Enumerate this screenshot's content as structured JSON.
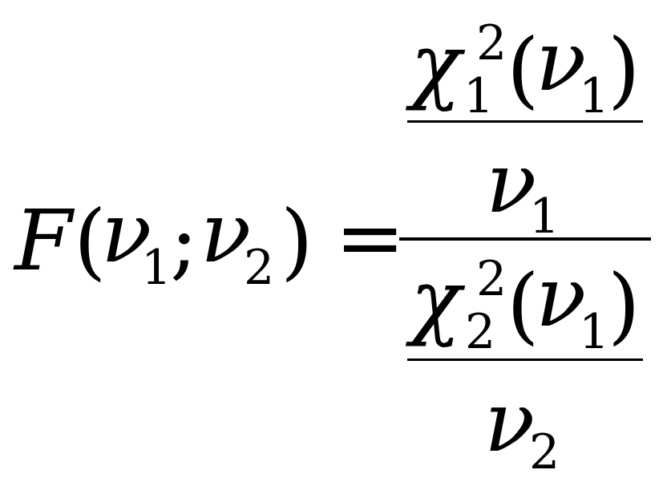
{
  "lhs": {
    "func": "F",
    "open_paren": "(",
    "nu": "ν",
    "sub1": "1",
    "sep": ";",
    "sub2": "2",
    "close_paren": ")"
  },
  "equals": "=",
  "upper": {
    "chi": "χ",
    "chi_sub": "1",
    "chi_sup": "2",
    "open_paren": "(",
    "nu": "ν",
    "nu_sub": "1",
    "close_paren": ")",
    "den_nu": "ν",
    "den_sub": "1"
  },
  "lower": {
    "chi": "χ",
    "chi_sub": "2",
    "chi_sup": "2",
    "open_paren": "(",
    "nu": "ν",
    "nu_sub": "1",
    "close_paren": ")",
    "den_nu": "ν",
    "den_sub": "2"
  }
}
